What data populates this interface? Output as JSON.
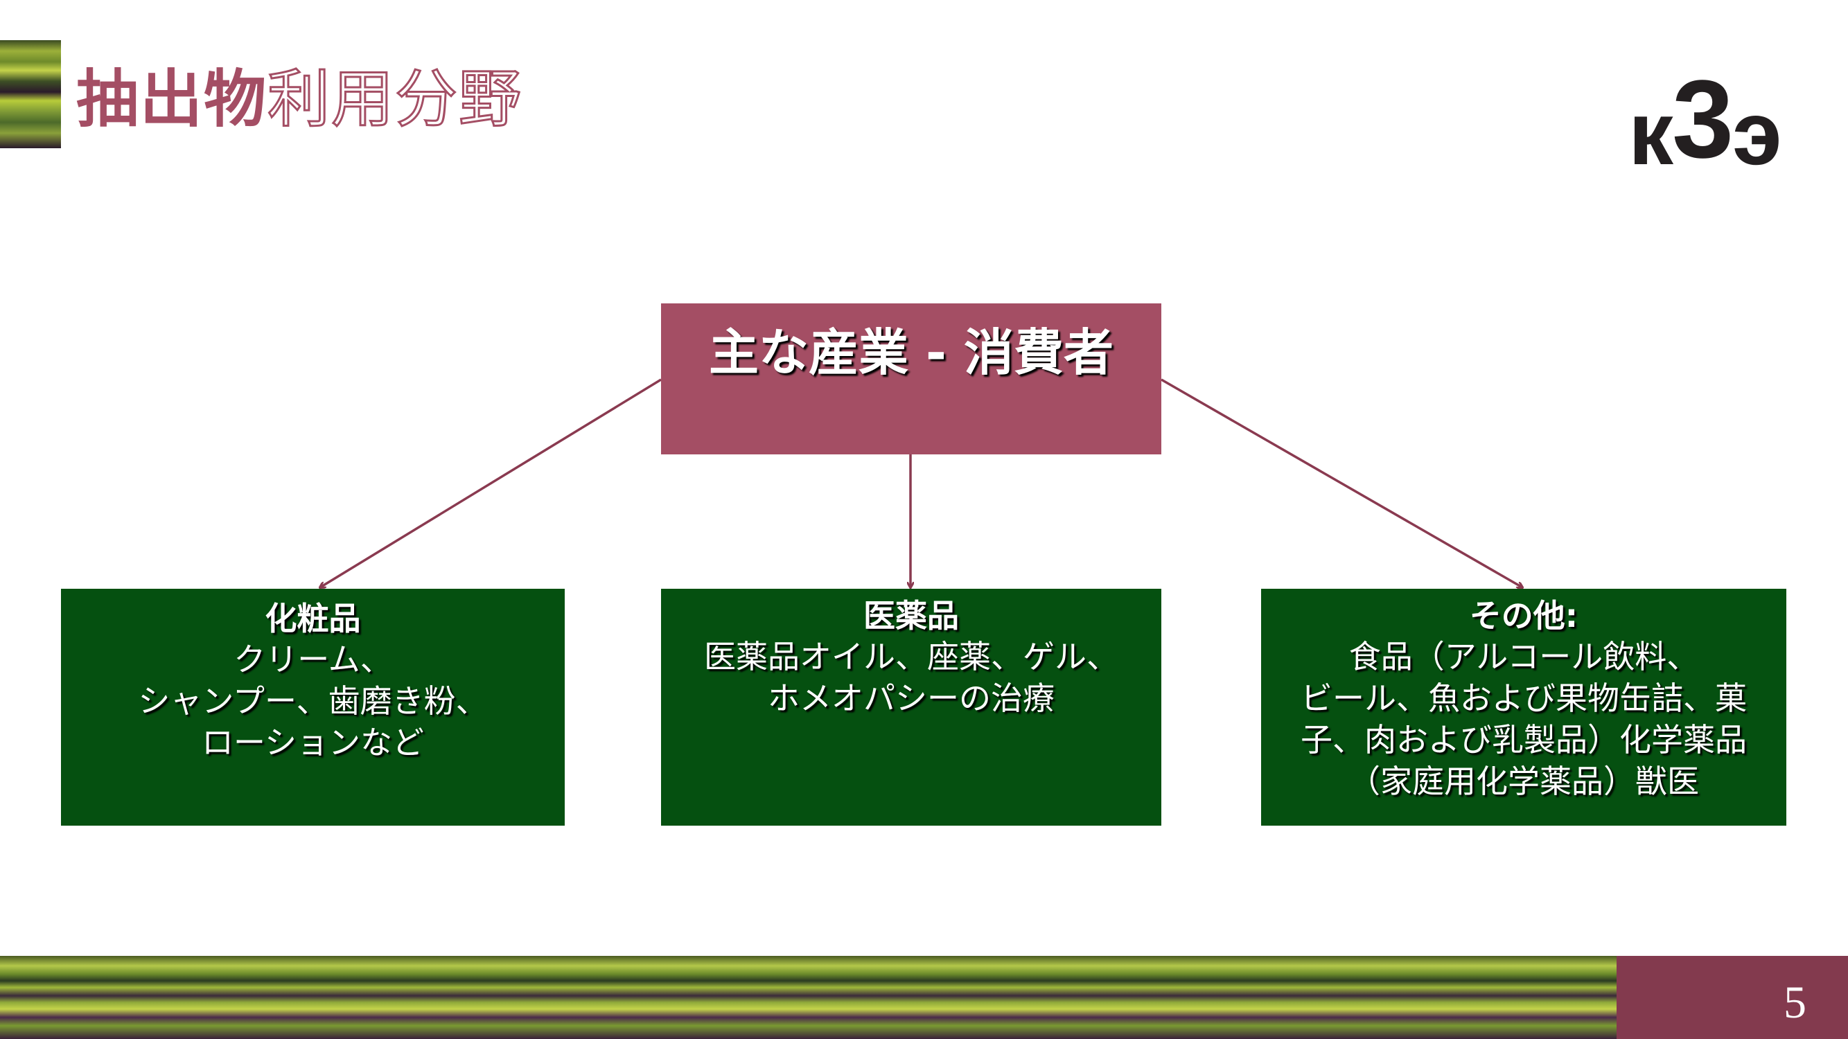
{
  "header": {
    "title_bold": "抽出物",
    "title_outline": "利用分野",
    "logo_text": "к3э"
  },
  "diagram": {
    "root": "主な産業 - 消費者",
    "children": [
      {
        "heading": "化粧品",
        "text": "クリーム、\nシャンプー、歯磨き粉、\nローションなど"
      },
      {
        "heading": "医薬品",
        "text": "医薬品オイル、座薬、ゲル、\nホメオパシーの治療"
      },
      {
        "heading": "その他:",
        "text": "食品（アルコール飲料、\nビール、魚および果物缶詰、菓\n子、肉および乳製品）化学薬品\n（家庭用化学薬品）獣医"
      }
    ],
    "colors": {
      "root": "#a44e64",
      "child": "#055010",
      "arrow": "#8a3a50"
    }
  },
  "footer": {
    "page_number": "5"
  }
}
